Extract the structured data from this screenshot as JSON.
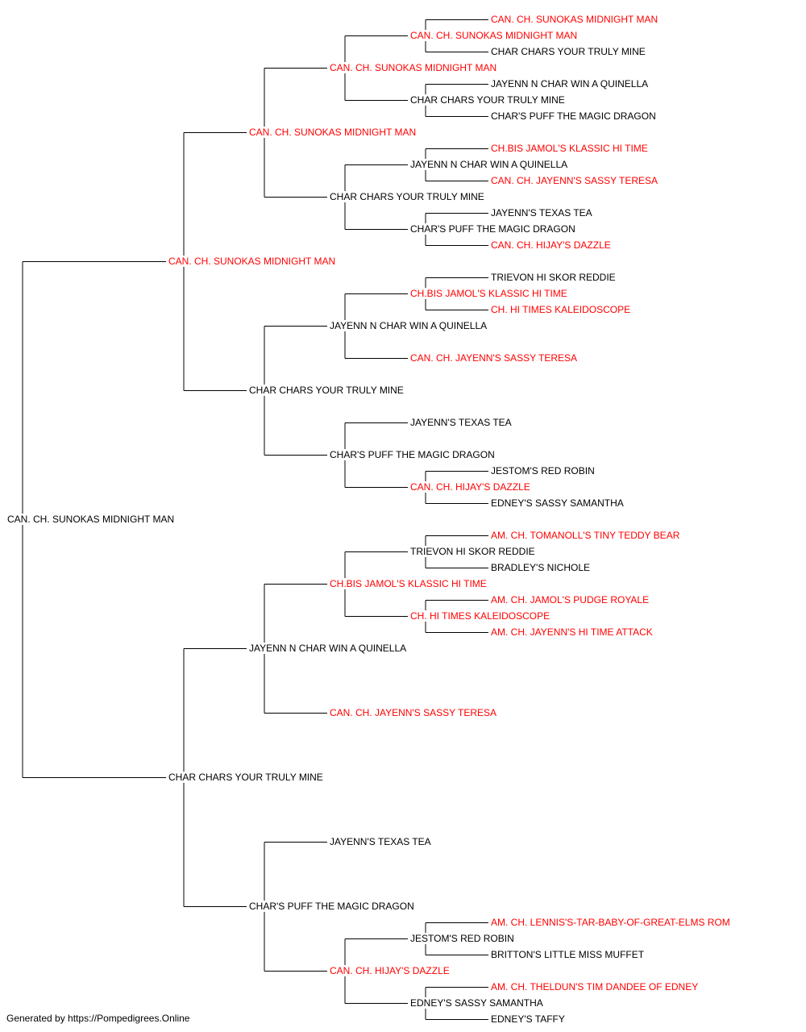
{
  "colors": {
    "titled": "#ff0000",
    "plain": "#000000",
    "line": "#000000"
  },
  "footer": "Generated by https://Pompedigrees.Online",
  "pedigree": {
    "name": "CAN. CH. SUNOKAS MIDNIGHT MAN",
    "titled": false,
    "sire": {
      "name": "CAN. CH. SUNOKAS MIDNIGHT MAN",
      "titled": true,
      "sire": {
        "name": "CAN. CH. SUNOKAS MIDNIGHT MAN",
        "titled": true,
        "sire": {
          "name": "CAN. CH. SUNOKAS MIDNIGHT MAN",
          "titled": true,
          "sire": {
            "name": "CAN. CH. SUNOKAS MIDNIGHT MAN",
            "titled": true,
            "sire": {
              "name": "CAN. CH. SUNOKAS MIDNIGHT MAN",
              "titled": true
            },
            "dam": {
              "name": "CHAR CHARS YOUR TRULY MINE",
              "titled": false
            }
          },
          "dam": {
            "name": "CHAR CHARS YOUR TRULY MINE",
            "titled": false,
            "sire": {
              "name": "JAYENN N CHAR WIN A QUINELLA",
              "titled": false
            },
            "dam": {
              "name": "CHAR'S PUFF THE MAGIC DRAGON",
              "titled": false
            }
          }
        },
        "dam": {
          "name": "CHAR CHARS YOUR TRULY MINE",
          "titled": false,
          "sire": {
            "name": "JAYENN N CHAR WIN A QUINELLA",
            "titled": false,
            "sire": {
              "name": "CH.BIS JAMOL'S KLASSIC HI TIME",
              "titled": true
            },
            "dam": {
              "name": "CAN. CH. JAYENN'S SASSY TERESA",
              "titled": true
            }
          },
          "dam": {
            "name": "CHAR'S PUFF THE MAGIC DRAGON",
            "titled": false,
            "sire": {
              "name": "JAYENN'S TEXAS TEA",
              "titled": false
            },
            "dam": {
              "name": "CAN. CH. HIJAY'S DAZZLE",
              "titled": true
            }
          }
        }
      },
      "dam": {
        "name": "CHAR CHARS YOUR TRULY MINE",
        "titled": false,
        "sire": {
          "name": "JAYENN N CHAR WIN A QUINELLA",
          "titled": false,
          "sire": {
            "name": "CH.BIS JAMOL'S KLASSIC HI TIME",
            "titled": true,
            "sire": {
              "name": "TRIEVON HI SKOR REDDIE",
              "titled": false
            },
            "dam": {
              "name": "CH. HI TIMES KALEIDOSCOPE",
              "titled": true
            }
          },
          "dam": {
            "name": "CAN. CH. JAYENN'S SASSY TERESA",
            "titled": true
          }
        },
        "dam": {
          "name": "CHAR'S PUFF THE MAGIC DRAGON",
          "titled": false,
          "sire": {
            "name": "JAYENN'S TEXAS TEA",
            "titled": false
          },
          "dam": {
            "name": "CAN. CH. HIJAY'S DAZZLE",
            "titled": true,
            "sire": {
              "name": "JESTOM'S RED ROBIN",
              "titled": false
            },
            "dam": {
              "name": "EDNEY'S SASSY SAMANTHA",
              "titled": false
            }
          }
        }
      }
    },
    "dam": {
      "name": "CHAR CHARS YOUR TRULY MINE",
      "titled": false,
      "sire": {
        "name": "JAYENN N CHAR WIN A QUINELLA",
        "titled": false,
        "sire": {
          "name": "CH.BIS JAMOL'S KLASSIC HI TIME",
          "titled": true,
          "sire": {
            "name": "TRIEVON HI SKOR REDDIE",
            "titled": false,
            "sire": {
              "name": "AM. CH. TOMANOLL'S TINY TEDDY BEAR",
              "titled": true
            },
            "dam": {
              "name": "BRADLEY'S NICHOLE",
              "titled": false
            }
          },
          "dam": {
            "name": "CH. HI TIMES KALEIDOSCOPE",
            "titled": true,
            "sire": {
              "name": "AM. CH. JAMOL'S PUDGE ROYALE",
              "titled": true
            },
            "dam": {
              "name": "AM. CH. JAYENN'S HI TIME ATTACK",
              "titled": true
            }
          }
        },
        "dam": {
          "name": "CAN. CH. JAYENN'S SASSY TERESA",
          "titled": true
        }
      },
      "dam": {
        "name": "CHAR'S PUFF THE MAGIC DRAGON",
        "titled": false,
        "sire": {
          "name": "JAYENN'S TEXAS TEA",
          "titled": false
        },
        "dam": {
          "name": "CAN. CH. HIJAY'S DAZZLE",
          "titled": true,
          "sire": {
            "name": "JESTOM'S RED ROBIN",
            "titled": false,
            "sire": {
              "name": "AM. CH. LENNIS'S-TAR-BABY-OF-GREAT-ELMS ROM",
              "titled": true
            },
            "dam": {
              "name": "BRITTON'S LITTLE MISS MUFFET",
              "titled": false
            }
          },
          "dam": {
            "name": "EDNEY'S SASSY SAMANTHA",
            "titled": false,
            "sire": {
              "name": "AM. CH. THELDUN'S TIM DANDEE OF EDNEY",
              "titled": true
            },
            "dam": {
              "name": "EDNEY'S TAFFY",
              "titled": false
            }
          }
        }
      }
    }
  }
}
